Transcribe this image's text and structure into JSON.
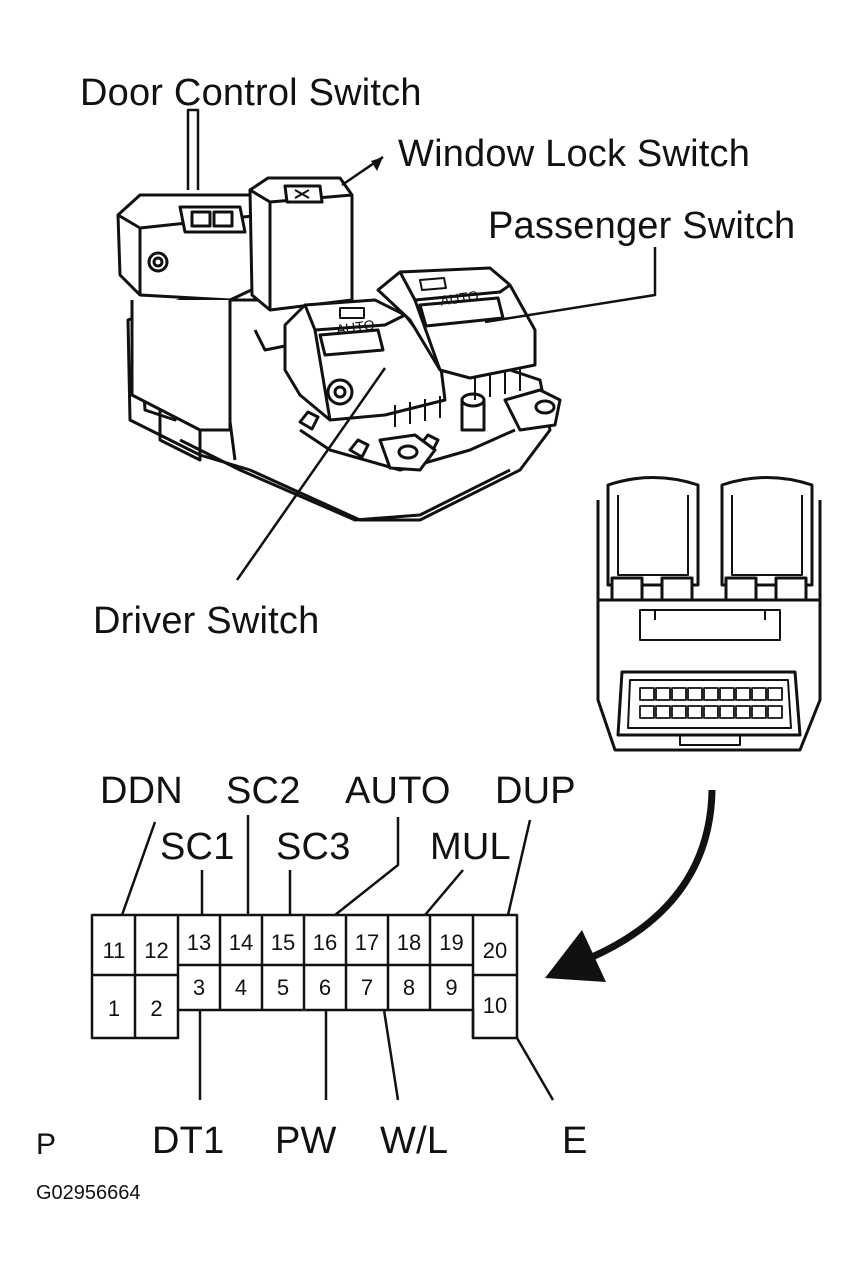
{
  "callouts": {
    "door_control_switch": "Door Control Switch",
    "window_lock_switch": "Window Lock Switch",
    "passenger_switch": "Passenger Switch",
    "driver_switch": "Driver Switch"
  },
  "switch_markings": {
    "auto_driver": "AUTO",
    "auto_passenger": "AUTO"
  },
  "connector": {
    "top_row": [
      "11",
      "12",
      "13",
      "14",
      "15",
      "16",
      "17",
      "18",
      "19",
      "20"
    ],
    "bottom_row": [
      "1",
      "2",
      "3",
      "4",
      "5",
      "6",
      "7",
      "8",
      "9",
      "10"
    ],
    "terminals_top": [
      "DDN",
      "SC1",
      "SC2",
      "SC3",
      "AUTO",
      "MUL",
      "DUP"
    ],
    "terminals_bottom": [
      "DT1",
      "PW",
      "W/L",
      "E"
    ],
    "view_marker": "P"
  },
  "figure_code": "G02956664"
}
